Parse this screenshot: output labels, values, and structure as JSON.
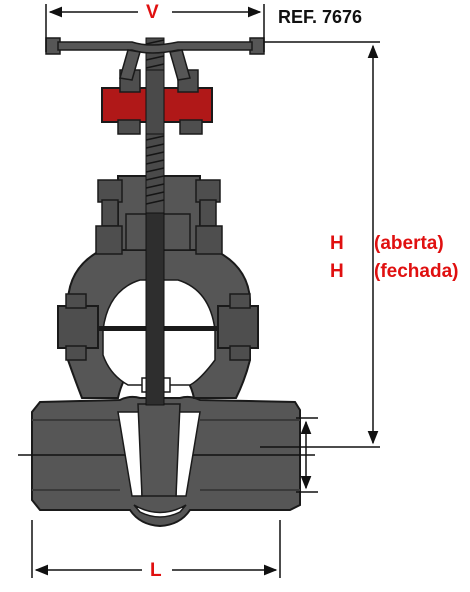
{
  "reference": "REF. 7676",
  "dimensions": {
    "v_label": "V",
    "l_label": "L",
    "h_label_1": "H",
    "h_state_1": "(aberta)",
    "h_label_2": "H",
    "h_state_2": "(fechada)"
  },
  "colors": {
    "body": "#565656",
    "body_outline": "#1a1a1a",
    "packing_flange": "#b01818",
    "label_red": "#e01010",
    "stem": "#2e2e2e",
    "interior": "#ffffff"
  },
  "icons": [
    "gate-valve-icon",
    "handwheel-icon",
    "gland-flange-icon",
    "bonnet-bolt-icon"
  ]
}
